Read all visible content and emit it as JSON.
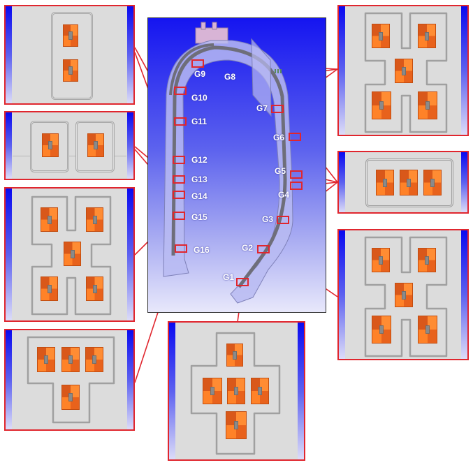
{
  "figure": {
    "description": "Turbine blade / airfoil cross-section with gauge locations G1-G16 and zoomed callouts of gauge cavity layouts",
    "colors": {
      "leader_line": "#e0262e",
      "gauge_orange": "#ff8228",
      "background_blue": "#1515f0",
      "cavity_gray": "#dcdcdc"
    }
  },
  "gauges": [
    {
      "id": "G1",
      "label": "G1"
    },
    {
      "id": "G2",
      "label": "G2"
    },
    {
      "id": "G3",
      "label": "G3"
    },
    {
      "id": "G4",
      "label": "G4"
    },
    {
      "id": "G5",
      "label": "G5"
    },
    {
      "id": "G6",
      "label": "G6"
    },
    {
      "id": "G7",
      "label": "G7"
    },
    {
      "id": "G8",
      "label": "G8"
    },
    {
      "id": "G9",
      "label": "G9"
    },
    {
      "id": "G10",
      "label": "G10"
    },
    {
      "id": "G11",
      "label": "G11"
    },
    {
      "id": "G12",
      "label": "G12"
    },
    {
      "id": "G13",
      "label": "G13"
    },
    {
      "id": "G14",
      "label": "G14"
    },
    {
      "id": "G15",
      "label": "G15"
    },
    {
      "id": "G16",
      "label": "G16"
    }
  ],
  "callouts": [
    {
      "id": "callout-top-left",
      "layout": "2 vertical",
      "links_to": [
        "G11",
        "G12"
      ]
    },
    {
      "id": "callout-left-2",
      "layout": "2 side-by-side",
      "links_to": [
        "G13",
        "G14"
      ]
    },
    {
      "id": "callout-left-3",
      "layout": "5 H-shape",
      "links_to": [
        "G15"
      ]
    },
    {
      "id": "callout-bottom-left",
      "layout": "3 over 1 T-shape",
      "links_to": [
        "G16"
      ]
    },
    {
      "id": "callout-top-right",
      "layout": "5 H-shape",
      "links_to": [
        "G7",
        "G9",
        "G10"
      ]
    },
    {
      "id": "callout-right-2",
      "layout": "3 horizontal",
      "links_to": [
        "G3",
        "G4",
        "G5",
        "G6"
      ]
    },
    {
      "id": "callout-right-3",
      "layout": "5 H-shape",
      "links_to": [
        "G2"
      ]
    },
    {
      "id": "callout-bottom-center",
      "layout": "cross 1-3-1",
      "links_to": [
        "G1"
      ]
    }
  ]
}
